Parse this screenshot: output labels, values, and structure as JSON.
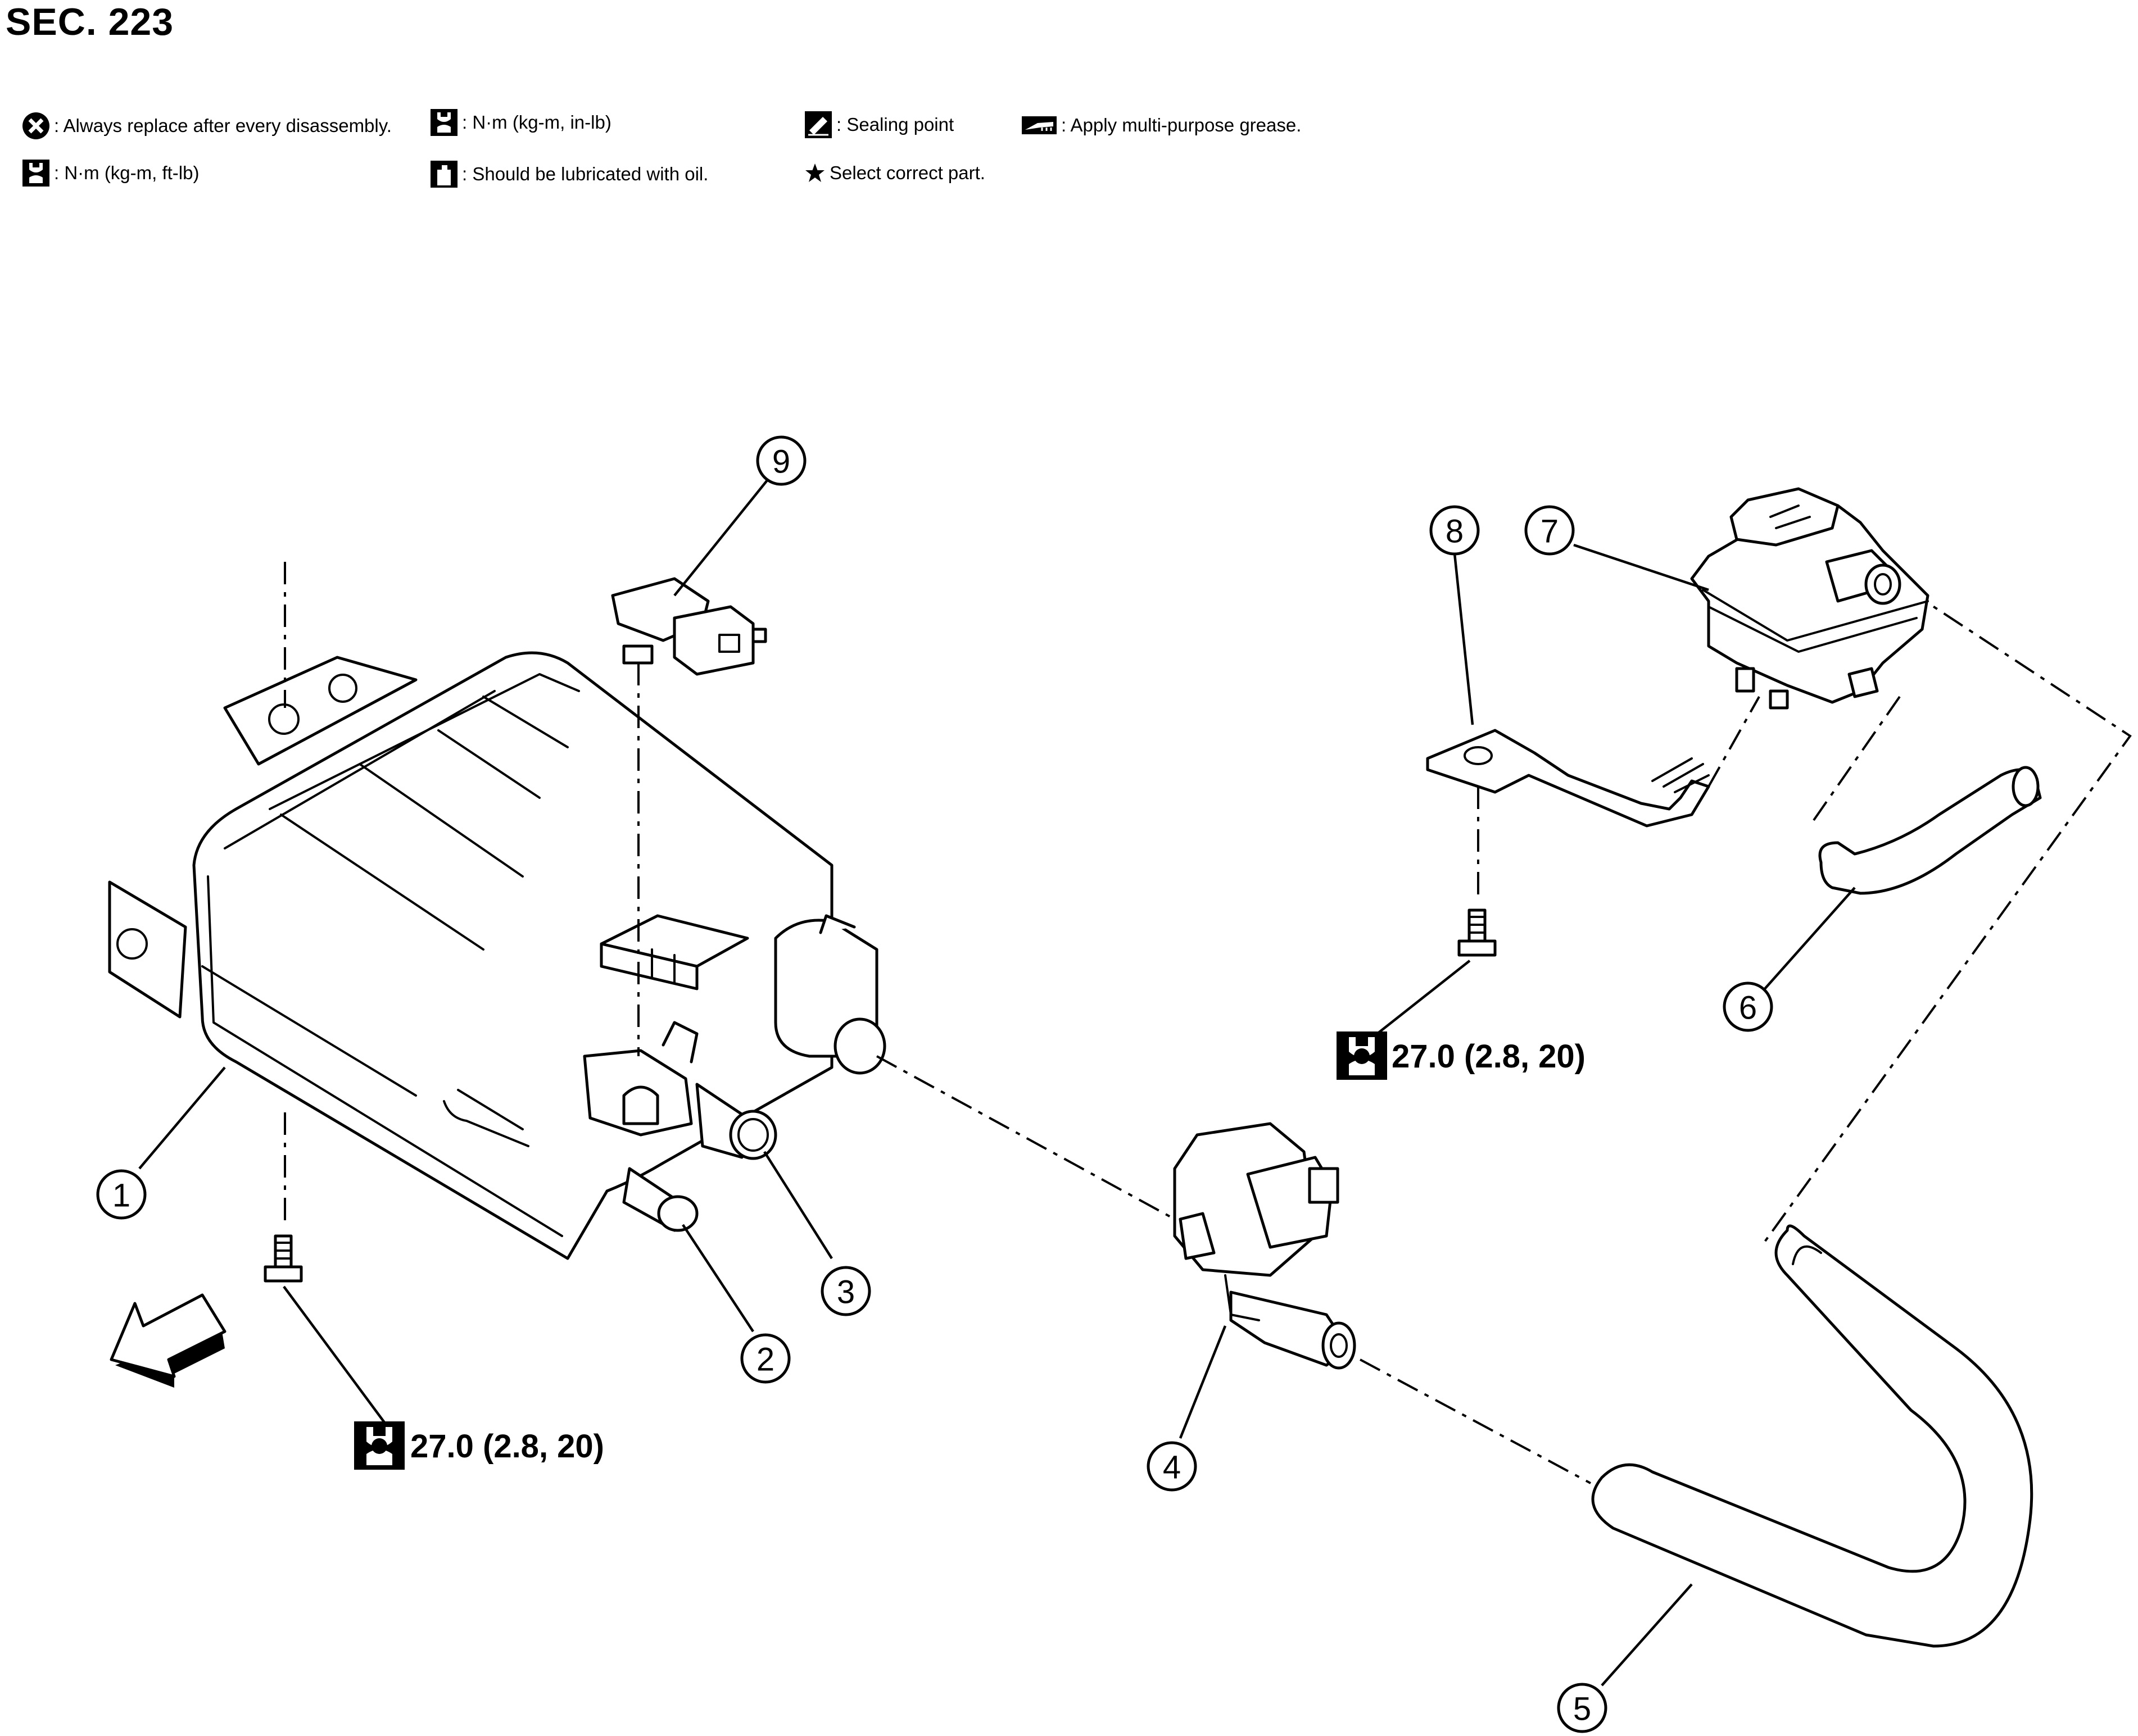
{
  "section_title": "SEC. 223",
  "legend": {
    "replace": ": Always replace after every disassembly.",
    "torque_ft_lb": ": N·m (kg-m, ft-lb)",
    "torque_in_lb": ": N·m (kg-m, in-lb)",
    "lubricate_oil": ": Should be lubricated with oil.",
    "sealing_point": ": Sealing point",
    "select_part": "Select correct part.",
    "grease": ": Apply multi-purpose grease."
  },
  "callouts": {
    "c1": "1",
    "c2": "2",
    "c3": "3",
    "c4": "4",
    "c5": "5",
    "c6": "6",
    "c7": "7",
    "c8": "8",
    "c9": "9"
  },
  "torque_values": {
    "canister_bolt": "27.0 (2.8, 20)",
    "bracket_bolt": "27.0 (2.8, 20)"
  },
  "icons": [
    "replace-x-icon",
    "torque-wrench-icon",
    "oil-can-icon",
    "sealing-point-icon",
    "star-icon",
    "grease-icon",
    "front-arrow-icon"
  ]
}
